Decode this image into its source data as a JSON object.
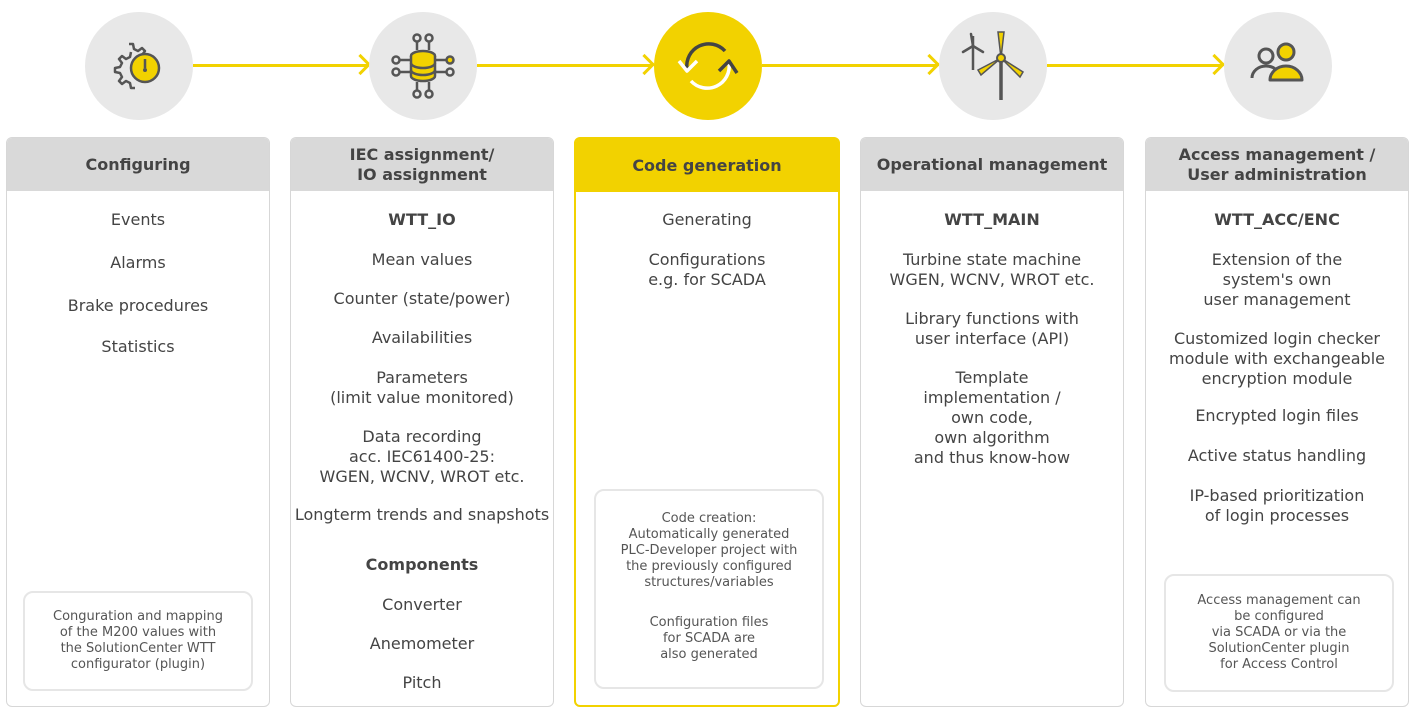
{
  "colors": {
    "accent": "#f2d200",
    "inactive": "#e8e8e8",
    "header": "#d9d9d9"
  },
  "steps": [
    {
      "icon": "gear-gauge-icon",
      "title": "Configuring",
      "items": [
        "Events",
        "Alarms",
        "Brake procedures",
        "Statistics"
      ],
      "note": "Conguration and mapping\nof the M200 values with\nthe SolutionCenter WTT\nconfigurator (plugin)"
    },
    {
      "icon": "database-network-icon",
      "title": "IEC assignment/\nIO assignment",
      "items": [
        "WTT_IO",
        "Mean values",
        "Counter (state/power)",
        "Availabilities",
        "Parameters\n(limit value monitored)",
        "Data recording\nacc. IEC61400-25:\nWGEN, WCNV, WROT etc.",
        "Longterm trends and snapshots",
        "Components",
        "Converter",
        "Anemometer",
        "Pitch"
      ]
    },
    {
      "icon": "refresh-icon",
      "title": "Code generation",
      "items": [
        "Generating",
        "Configurations\ne.g. for SCADA"
      ],
      "note": "Code creation:\nAutomatically generated\nPLC-Developer project with\nthe previously configured\nstructures/variables",
      "note2": "Configuration files\nfor SCADA are\nalso generated"
    },
    {
      "icon": "wind-turbine-icon",
      "title": "Operational management",
      "items": [
        "WTT_MAIN",
        "Turbine state machine\nWGEN, WCNV, WROT etc.",
        "Library functions with\nuser interface (API)",
        "Template\nimplementation /\nown code,\nown algorithm\nand thus know-how"
      ]
    },
    {
      "icon": "users-icon",
      "title": "Access management /\nUser administration",
      "items": [
        "WTT_ACC/ENC",
        "Extension of the\nsystem's own\nuser management",
        "Customized login checker\nmodule with exchangeable\nencryption module",
        "Encrypted login files",
        "Active status handling",
        "IP-based prioritization\nof login processes"
      ],
      "note": "Access management can\nbe configured\nvia SCADA or via the\nSolutionCenter plugin\nfor Access Control"
    }
  ]
}
